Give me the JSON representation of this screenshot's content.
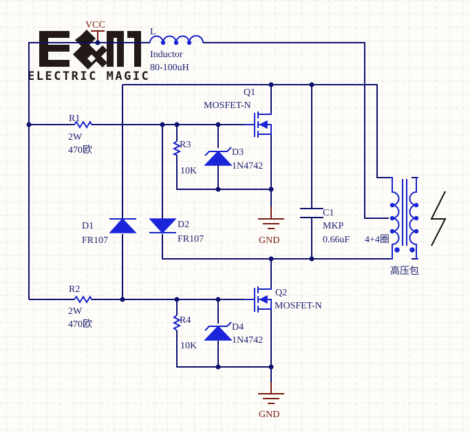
{
  "logo": {
    "mark": "E&M",
    "text": "ELECTRIC MAGIC"
  },
  "power": {
    "vcc": "VCC",
    "gnd_top": "GND",
    "gnd_bottom": "GND"
  },
  "inductor": {
    "ref": "L",
    "type": "Inductor",
    "value": "80-100uH"
  },
  "r1": {
    "ref": "R1",
    "power": "2W",
    "value": "470欧"
  },
  "r2": {
    "ref": "R2",
    "power": "2W",
    "value": "470欧"
  },
  "r3": {
    "ref": "R3",
    "value": "10K"
  },
  "r4": {
    "ref": "R4",
    "value": "10K"
  },
  "d1": {
    "ref": "D1",
    "value": "FR107"
  },
  "d2": {
    "ref": "D2",
    "value": "FR107"
  },
  "d3": {
    "ref": "D3",
    "value": "1N4742"
  },
  "d4": {
    "ref": "D4",
    "value": "1N4742"
  },
  "q1": {
    "ref": "Q1",
    "type": "MOSFET-N"
  },
  "q2": {
    "ref": "Q2",
    "type": "MOSFET-N"
  },
  "c1": {
    "ref": "C1",
    "type": "MKP",
    "value": "0.66uF"
  },
  "transformer": {
    "turns": "4+4圈",
    "name": "高压包"
  },
  "colors": {
    "wire": "#0c0f6e",
    "component": "#1a24d8",
    "power": "#7a1a12",
    "background": "#fdfcf8"
  }
}
